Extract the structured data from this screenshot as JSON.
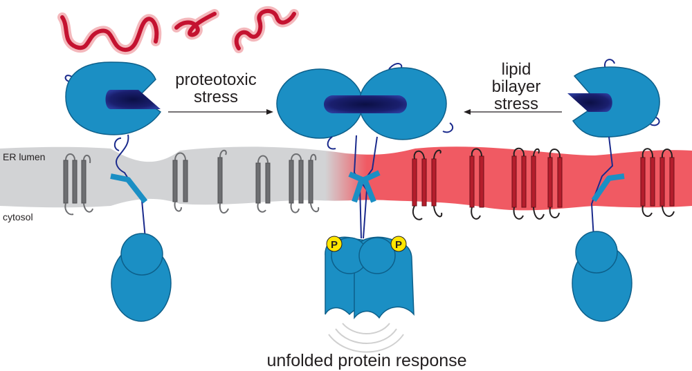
{
  "labels": {
    "er_lumen": "ER lumen",
    "cytosol": "cytosol",
    "proteotoxic_line1": "proteotoxic",
    "proteotoxic_line2": "stress",
    "lipid_line1": "lipid",
    "lipid_line2": "bilayer",
    "lipid_line3": "stress",
    "upr": "unfolded protein response",
    "phospho_left": "P",
    "phospho_right": "P"
  },
  "colors": {
    "sensor_blue": "#1b8fc4",
    "sensor_outline": "#0d5f8a",
    "groove_navy": "#1a1f6e",
    "tether_navy": "#1a2a8c",
    "membrane_gray": "#d2d3d5",
    "membrane_red": "#f05a63",
    "helix_gray": "#6d6e71",
    "helix_red": "#b41e2c",
    "unfolded_red": "#c41230",
    "unfolded_halo": "#f4b8bc",
    "phospho_yellow": "#ffe600"
  },
  "icons": {
    "proteotoxic_arrow": "arrow-right-icon",
    "lipid_arrow": "arrow-left-icon",
    "signal_waves": "signal-waves-icon"
  }
}
